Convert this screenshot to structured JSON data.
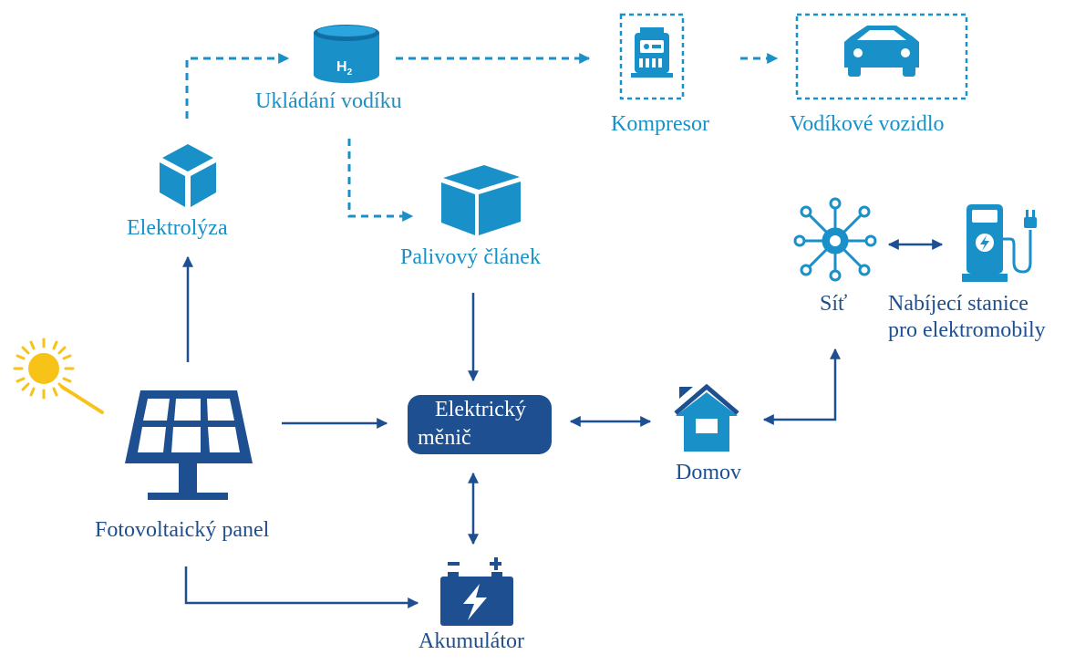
{
  "labels": {
    "hydrogen_storage": "Ukládání vodíku",
    "h2_symbol": "H",
    "h2_subscript": "2",
    "compressor": "Kompresor",
    "hydrogen_vehicle": "Vodíkové vozidlo",
    "electrolysis": "Elektrolýza",
    "fuel_cell": "Palivový článek",
    "grid": "Síť",
    "charging_station_line1": "Nabíjecí stanice",
    "charging_station_line2": "pro elektromobily",
    "pv_panel": "Fotovoltaický panel",
    "inverter_line1": "Elektrický",
    "inverter_line2": "měnič",
    "home": "Domov",
    "battery": "Akumulátor"
  },
  "colors": {
    "light_blue": "#1a90c8",
    "dark_blue": "#1d4f91",
    "sun": "#f7c319"
  }
}
